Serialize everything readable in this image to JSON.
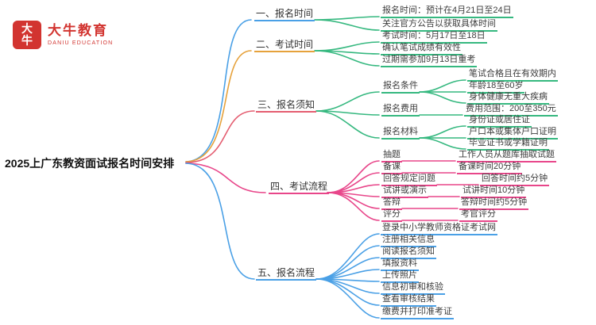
{
  "logo": {
    "seal_line1": "大",
    "seal_line2": "牛",
    "name": "大牛教育",
    "subtitle": "DANIU EDUCATION",
    "brand_color": "#d23430"
  },
  "root": "2025上广东教资面试报名时间安排",
  "colors": {
    "blue": "#4aa0e6",
    "orange": "#e6a23c",
    "green": "#35b87f",
    "red": "#e45d70",
    "pink": "#e8468a"
  },
  "branches": [
    {
      "label": "一、报名时间",
      "children": [
        "报名时间：预计在4月21日至24日",
        "关注官方公告以获取具体时间"
      ]
    },
    {
      "label": "二、考试时间",
      "children": [
        "考试时间：5月17日至18日",
        "确认笔试成绩有效性",
        "过期需参加9月13日重考"
      ]
    },
    {
      "label": "三、报名须知",
      "children": [
        {
          "label": "报名条件",
          "children": [
            "笔试合格且在有效期内",
            "年龄18至60岁",
            "身体健康无重大疾病"
          ]
        },
        {
          "label": "报名费用",
          "children": [
            "费用范围：200至350元"
          ]
        },
        {
          "label": "报名材料",
          "children": [
            "身份证或居住证",
            "户口本或集体户口证明",
            "毕业证书或学籍证明"
          ]
        }
      ]
    },
    {
      "label": "四、考试流程",
      "children": [
        {
          "label": "抽题",
          "children": [
            "工作人员从题库抽取试题"
          ]
        },
        {
          "label": "备课",
          "children": [
            "备课时间20分钟"
          ]
        },
        {
          "label": "回答规定问题",
          "children": [
            "回答时间约5分钟"
          ]
        },
        {
          "label": "试讲或演示",
          "children": [
            "试讲时间10分钟"
          ]
        },
        {
          "label": "答辩",
          "children": [
            "答辩时间约5分钟"
          ]
        },
        {
          "label": "评分",
          "children": [
            "考官评分"
          ]
        }
      ]
    },
    {
      "label": "五、报名流程",
      "children": [
        "登录中小学教师资格证考试网",
        "注册相关信息",
        "阅读报名须知",
        "填报资料",
        "上传照片",
        "信息初审和核验",
        "查看审核结果",
        "缴费并打印准考证"
      ]
    }
  ]
}
